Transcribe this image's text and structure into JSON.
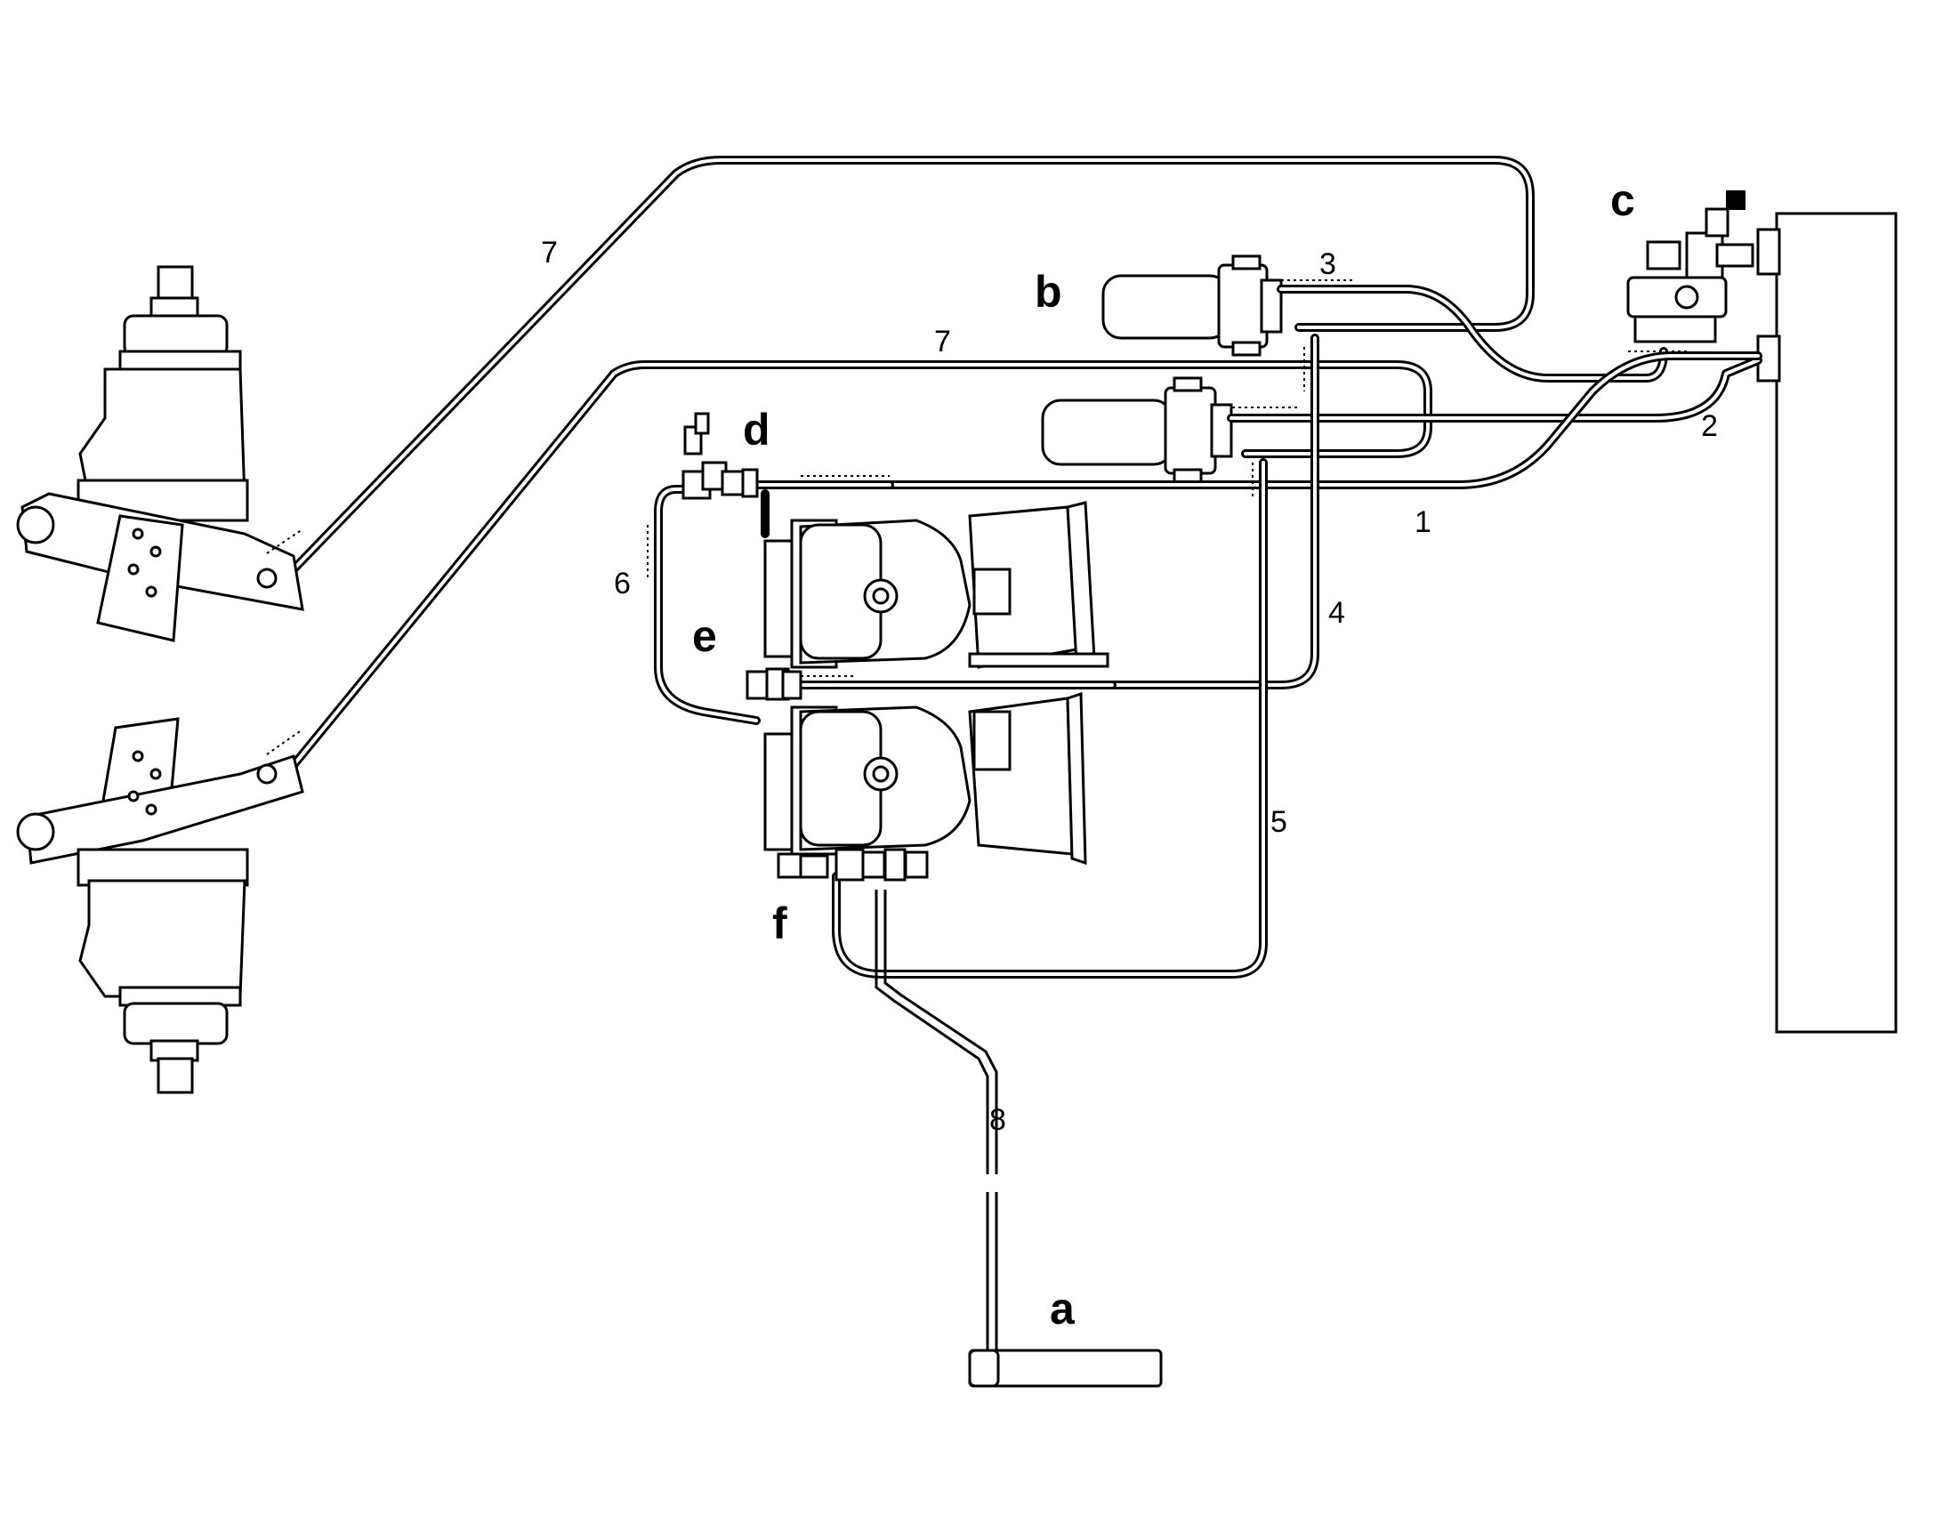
{
  "labels": {
    "n1": "1",
    "n2": "2",
    "n3": "3",
    "n4": "4",
    "n5": "5",
    "n6": "6",
    "n7a": "7",
    "n7b": "7",
    "n8": "8"
  },
  "letters": {
    "a": "a",
    "b": "b",
    "c": "c",
    "d": "d",
    "e": "e",
    "f": "f"
  }
}
